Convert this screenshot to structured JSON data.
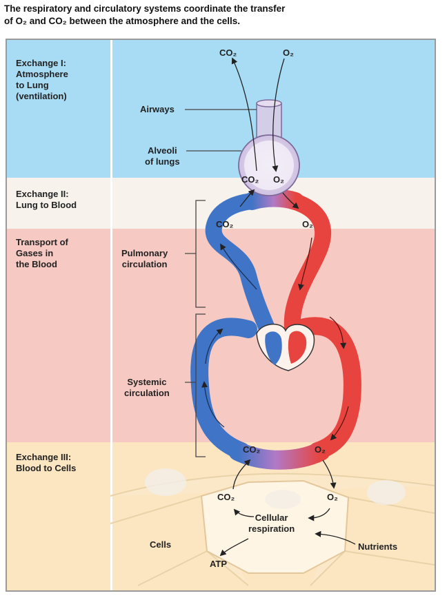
{
  "title": {
    "line1": "The respiratory and circulatory systems coordinate the transfer",
    "line2": "of O₂ and CO₂ between the atmosphere and the cells."
  },
  "rows": {
    "exchange1": "Exchange I:\nAtmosphere\nto Lung\n(ventilation)",
    "exchange2": "Exchange II:\nLung to Blood",
    "transport": "Transport of\nGases in\nthe Blood",
    "exchange3": "Exchange III:\nBlood to Cells"
  },
  "labels": {
    "co2": "CO₂",
    "o2": "O₂",
    "airways": "Airways",
    "alveoli": "Alveoli\nof lungs",
    "pulmonary": "Pulmonary\ncirculation",
    "systemic": "Systemic\ncirculation",
    "cellular_respiration": "Cellular\nrespiration",
    "cells": "Cells",
    "nutrients": "Nutrients",
    "atp": "ATP"
  },
  "colors": {
    "exchange1_band": "#a8dcf5",
    "exchange2_band": "#f7f3ec",
    "transport_band": "#f6c9c2",
    "exchange3_band": "#fce6c2",
    "deoxygenated_blood": "#3f74c6",
    "oxygenated_blood": "#e8443f",
    "capillary_mix": "#b07ac6",
    "alveoli": "#d8cbe6"
  }
}
